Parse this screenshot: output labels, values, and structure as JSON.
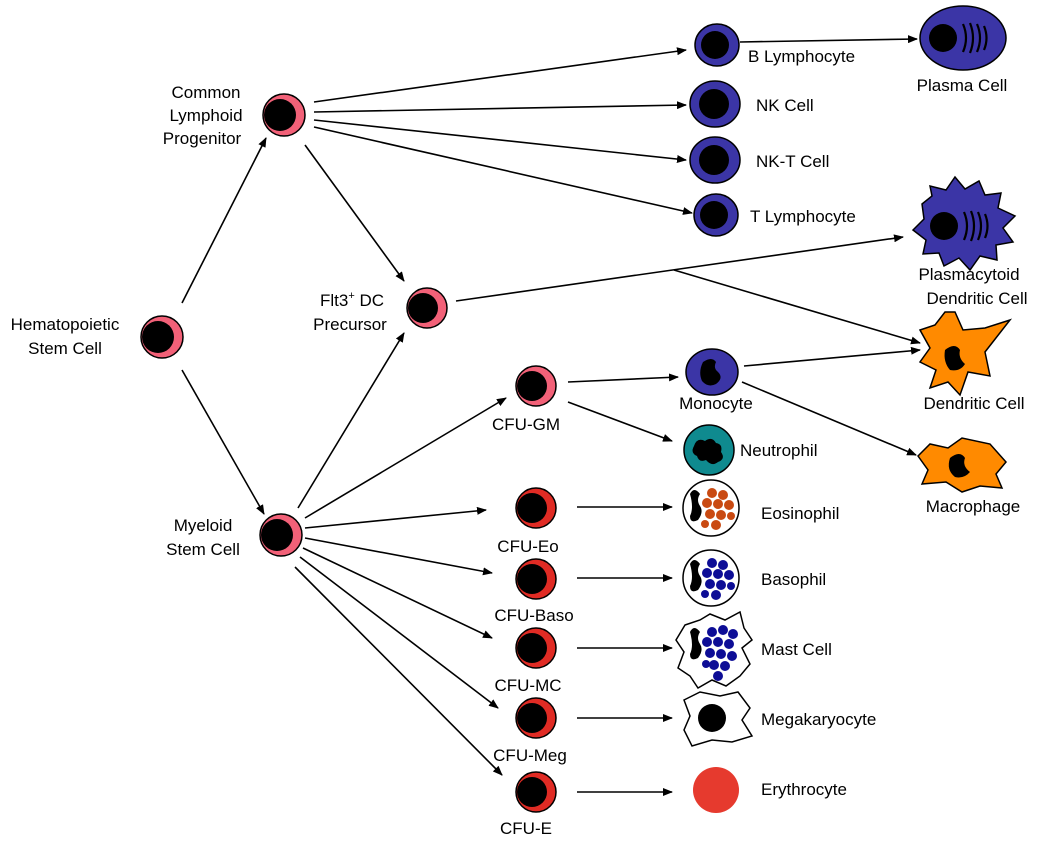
{
  "colors": {
    "progenitor": "#f26178",
    "committed": "#e02b24",
    "lymphoid": "#3b35a6",
    "dendritic": "#ff8a00",
    "neutrophil": "#0f8a8f",
    "eosinophil_granule": "#c94a12",
    "basophil_granule": "#0d0d96",
    "erythrocyte": "#e63a2e",
    "nucleus": "#000000"
  },
  "labels": {
    "hsc": [
      "Hematopoietic",
      "Stem Cell"
    ],
    "clp": [
      "Common",
      "Lymphoid",
      "Progenitor"
    ],
    "myeloid": [
      "Myeloid",
      "Stem Cell"
    ],
    "flt3": {
      "pre": "Flt3",
      "sup": "+",
      "post": " DC",
      "line2": "Precursor"
    },
    "cfu_gm": "CFU-GM",
    "cfu_eo": "CFU-Eo",
    "cfu_baso": "CFU-Baso",
    "cfu_mc": "CFU-MC",
    "cfu_meg": "CFU-Meg",
    "cfu_e": "CFU-E",
    "b_lymphocyte": "B Lymphocyte",
    "plasma_cell": "Plasma Cell",
    "nk_cell": "NK Cell",
    "nkt_cell": "NK-T Cell",
    "t_lymphocyte": "T Lymphocyte",
    "pdc": [
      "Plasmacytoid",
      "Dendritic Cell"
    ],
    "dendritic_cell": "Dendritic Cell",
    "monocyte": "Monocyte",
    "neutrophil": "Neutrophil",
    "macrophage": "Macrophage",
    "eosinophil": "Eosinophil",
    "basophil": "Basophil",
    "mast_cell": "Mast Cell",
    "megakaryocyte": "Megakaryocyte",
    "erythrocyte": "Erythrocyte"
  }
}
